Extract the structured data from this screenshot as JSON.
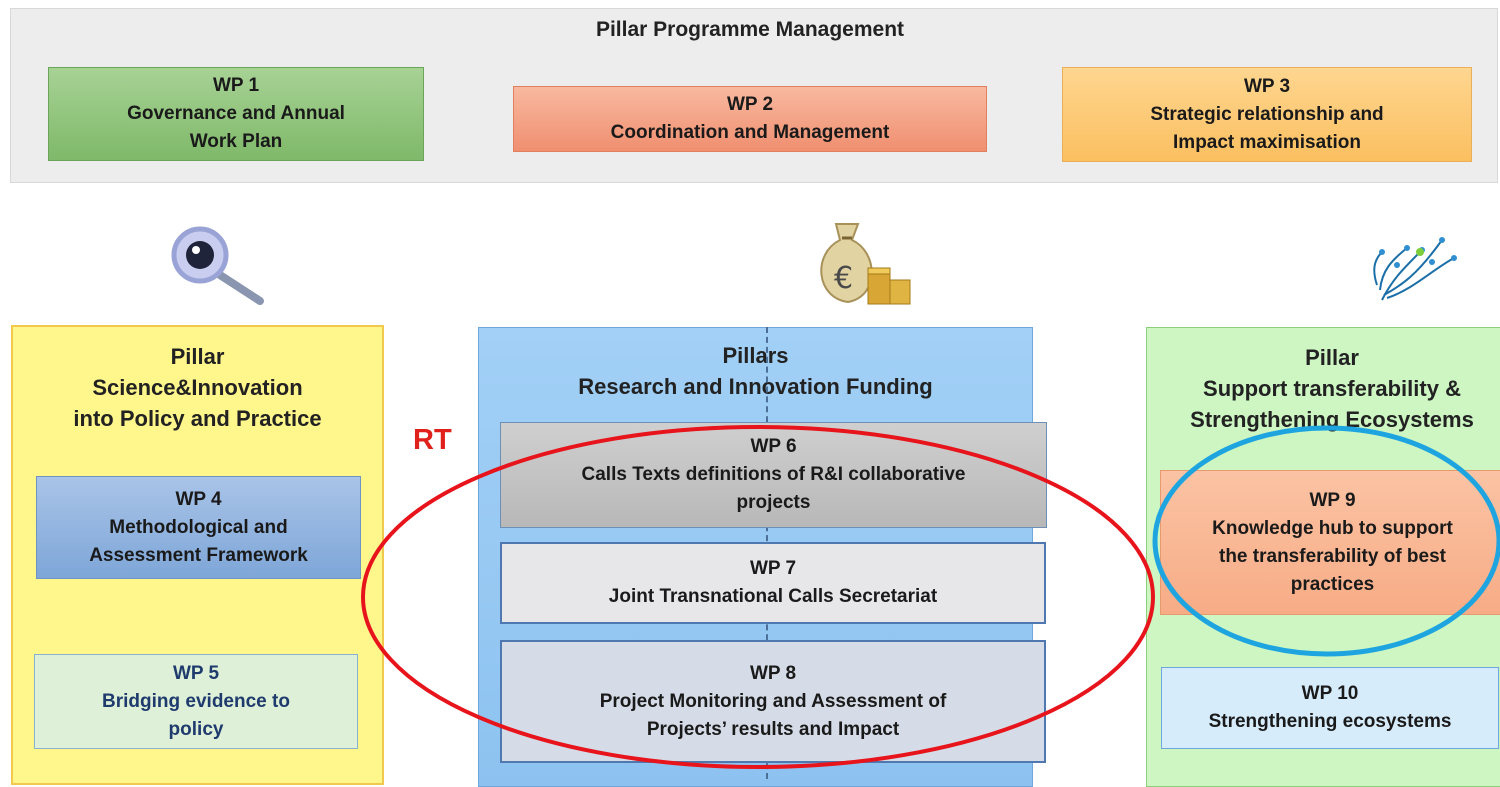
{
  "management": {
    "title": "Pillar Programme Management",
    "wp1": {
      "id": "WP 1",
      "lines": [
        "Governance and Annual",
        "Work Plan"
      ]
    },
    "wp2": {
      "id": "WP 2",
      "lines": [
        "Coordination and Management"
      ]
    },
    "wp3": {
      "id": "WP 3",
      "lines": [
        "Strategic relationship and",
        "Impact maximisation"
      ]
    }
  },
  "pillar_left": {
    "title": [
      "Pillar",
      "Science&Innovation",
      "into Policy and Practice"
    ],
    "wp4": {
      "id": "WP 4",
      "lines": [
        "Methodological and",
        "Assessment Framework"
      ]
    },
    "wp5": {
      "id": "WP 5",
      "lines": [
        "Bridging evidence to",
        "policy"
      ]
    }
  },
  "pillar_center": {
    "title": [
      "Pillars",
      "Research and Innovation Funding"
    ],
    "wp6": {
      "id": "WP 6",
      "lines": [
        "Calls Texts definitions of R&I collaborative",
        "projects"
      ]
    },
    "wp7": {
      "id": "WP 7",
      "lines": [
        "Joint Transnational Calls Secretariat"
      ]
    },
    "wp8": {
      "id": "WP 8",
      "lines": [
        "Project Monitoring and Assessment of",
        "Projects’ results and Impact"
      ]
    }
  },
  "pillar_right": {
    "title": [
      "Pillar",
      "Support transferability &",
      "Strengthening Ecosystems"
    ],
    "wp9": {
      "id": "WP 9",
      "lines": [
        "Knowledge hub to support",
        "the transferability of best",
        "practices"
      ]
    },
    "wp10": {
      "id": "WP 10",
      "lines": [
        "Strengthening ecosystems"
      ]
    }
  },
  "annotation": {
    "rt_label": "RT"
  },
  "icons": {
    "left": "magnifier-eye-icon",
    "center": "money-bag-euro-icon",
    "right": "network-tree-icon"
  },
  "colors": {
    "red_ellipse": "#e8141b",
    "blue_ellipse": "#1ea5e0",
    "green_box": "#8dc07a",
    "salmon_box": "#f4a285",
    "orange_box": "#fcc46a",
    "yellow_pillar": "#fff68c",
    "blue_pillar": "#9ccbf4",
    "green_pillar": "#ccf5c0"
  }
}
